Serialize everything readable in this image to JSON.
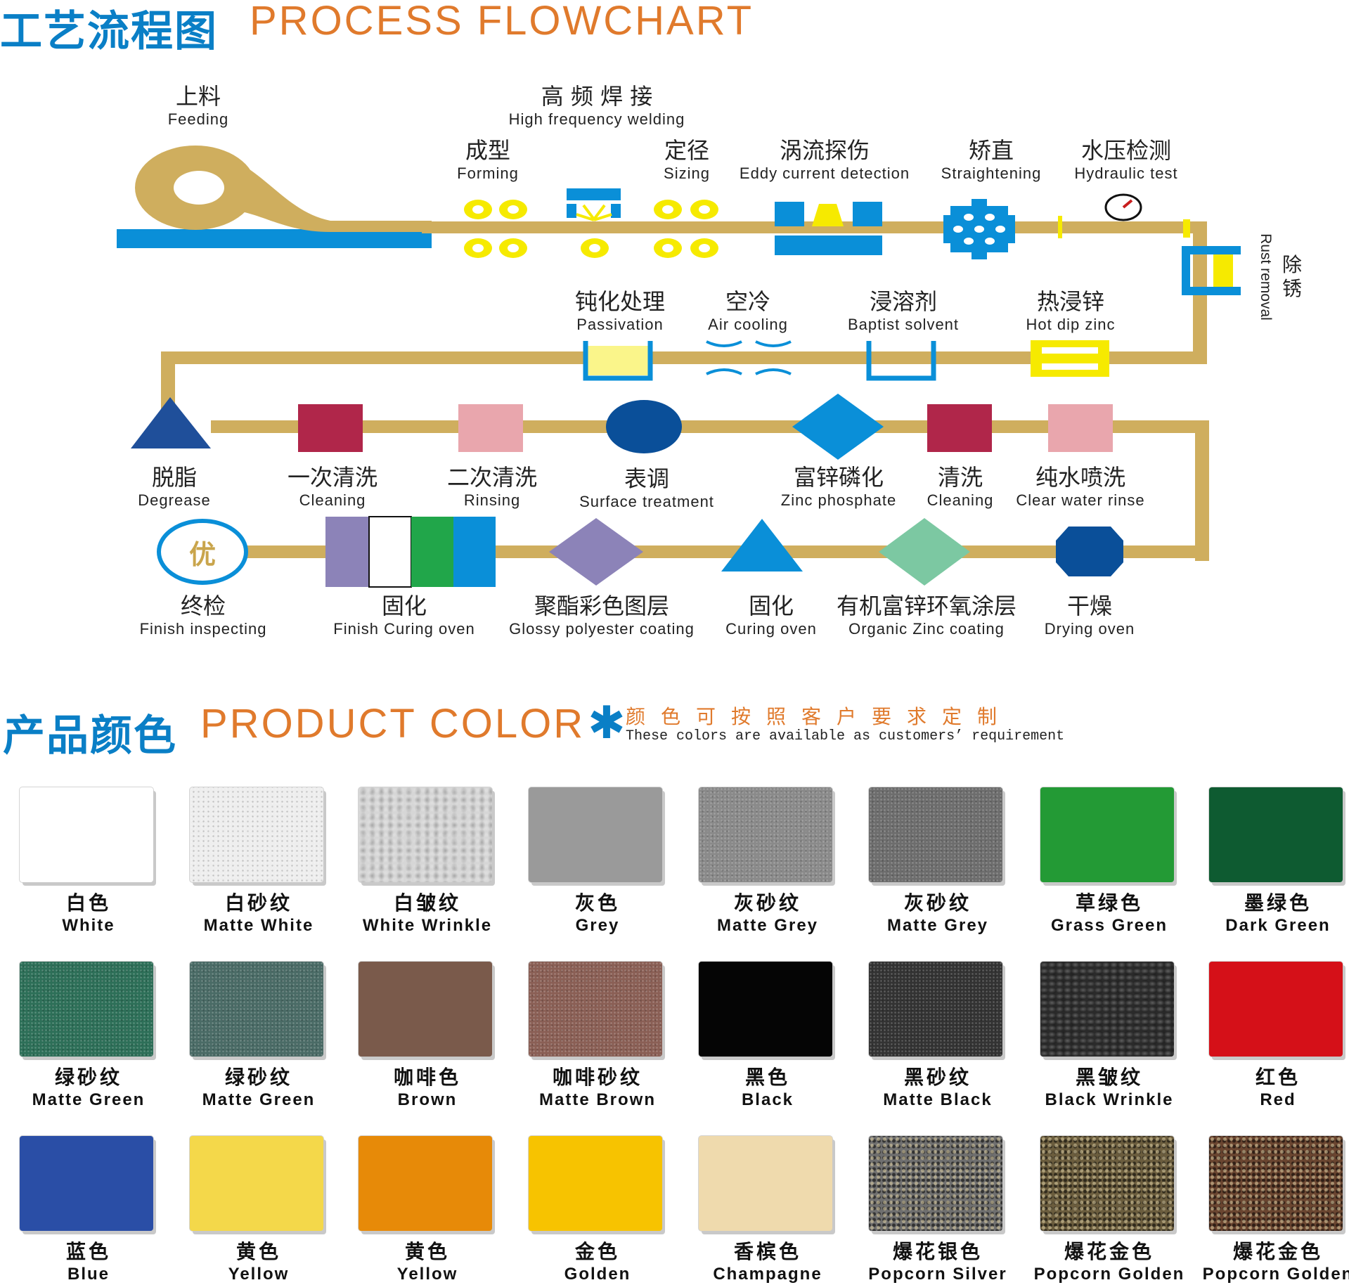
{
  "flowchart_section": {
    "title_cn": "工艺流程图",
    "title_en": "PROCESS FLOWCHART",
    "logo_glyph": "优",
    "steps": [
      {
        "cn": "上料",
        "en": "Feeding"
      },
      {
        "cn": "高 频 焊 接",
        "en": "High frequency welding"
      },
      {
        "cn": "成型",
        "en": "Forming"
      },
      {
        "cn": "定径",
        "en": "Sizing"
      },
      {
        "cn": "涡流探伤",
        "en": "Eddy current detection"
      },
      {
        "cn": "矫直",
        "en": "Straightening"
      },
      {
        "cn": "水压检测",
        "en": "Hydraulic test"
      },
      {
        "cn": "除锈",
        "en": "Rust removal"
      },
      {
        "cn": "钝化处理",
        "en": "Passivation"
      },
      {
        "cn": "空冷",
        "en": "Air cooling"
      },
      {
        "cn": "浸溶剂",
        "en": "Baptist solvent"
      },
      {
        "cn": "热浸锌",
        "en": "Hot dip zinc"
      },
      {
        "cn": "脱脂",
        "en": "Degrease"
      },
      {
        "cn": "一次清洗",
        "en": "Cleaning"
      },
      {
        "cn": "二次清洗",
        "en": "Rinsing"
      },
      {
        "cn": "表调",
        "en": "Surface treatment"
      },
      {
        "cn": "富锌磷化",
        "en": "Zinc phosphate"
      },
      {
        "cn": "清洗",
        "en": "Cleaning"
      },
      {
        "cn": "纯水喷洗",
        "en": "Clear water rinse"
      },
      {
        "cn": "终检",
        "en": "Finish inspecting"
      },
      {
        "cn": "固化",
        "en": "Finish Curing oven"
      },
      {
        "cn": "聚酯彩色图层",
        "en": "Glossy polyester coating"
      },
      {
        "cn": "固化",
        "en": "Curing oven"
      },
      {
        "cn": "有机富锌环氧涂层",
        "en": "Organic Zinc coating"
      },
      {
        "cn": "干燥",
        "en": "Drying oven"
      }
    ]
  },
  "color_section": {
    "title_cn": "产品颜色",
    "title_en": "PRODUCT COLOR",
    "note_cn": "颜色可按照客户要求定制",
    "note_en": "These colors are available as customers’ requirement",
    "swatches": [
      {
        "cn": "白色",
        "en": "White",
        "color": "#ffffff"
      },
      {
        "cn": "白砂纹",
        "en": "Matte White",
        "color": "#eeeeee"
      },
      {
        "cn": "白皱纹",
        "en": "White Wrinkle",
        "color": "#d6d6d6"
      },
      {
        "cn": "灰色",
        "en": "Grey",
        "color": "#9a9a9a"
      },
      {
        "cn": "灰砂纹",
        "en": "Matte Grey",
        "color": "#8a8a8a"
      },
      {
        "cn": "灰砂纹",
        "en": "Matte Grey",
        "color": "#6d6d6d"
      },
      {
        "cn": "草绿色",
        "en": "Grass Green",
        "color": "#239a35"
      },
      {
        "cn": "墨绿色",
        "en": "Dark Green",
        "color": "#0e5b31"
      },
      {
        "cn": "绿砂纹",
        "en": "Matte Green",
        "color": "#2d6f58"
      },
      {
        "cn": "绿砂纹",
        "en": "Matte Green",
        "color": "#4a6b66"
      },
      {
        "cn": "咖啡色",
        "en": "Brown",
        "color": "#7a5a4b"
      },
      {
        "cn": "咖啡砂纹",
        "en": "Matte Brown",
        "color": "#8a5f55"
      },
      {
        "cn": "黑色",
        "en": "Black",
        "color": "#050505"
      },
      {
        "cn": "黑砂纹",
        "en": "Matte Black",
        "color": "#333333"
      },
      {
        "cn": "黑皱纹",
        "en": "Black Wrinkle",
        "color": "#2a2a2a"
      },
      {
        "cn": "红色",
        "en": "Red",
        "color": "#d51018"
      },
      {
        "cn": "蓝色",
        "en": "Blue",
        "color": "#2a4ea6"
      },
      {
        "cn": "黄色",
        "en": "Yellow",
        "color": "#f4d84a"
      },
      {
        "cn": "黄色",
        "en": "Yellow",
        "color": "#e78a08"
      },
      {
        "cn": "金色",
        "en": "Golden",
        "color": "#f7c300"
      },
      {
        "cn": "香槟色",
        "en": "Champagne",
        "color": "#efdaad"
      },
      {
        "cn": "爆花银色",
        "en": "Popcorn Silver",
        "color": "#6f6f6f"
      },
      {
        "cn": "爆花金色",
        "en": "Popcorn Golden",
        "color": "#6b5d3e"
      },
      {
        "cn": "爆花金色",
        "en": "Popcorn Golden",
        "color": "#6a4530"
      }
    ]
  },
  "colors": {
    "accent_blue": "#0a7fc6",
    "accent_orange": "#e07a2c",
    "pipe_tan": "#cfae5e",
    "machine_blue": "#0a8fd8",
    "roller_yellow": "#f6ea00"
  }
}
